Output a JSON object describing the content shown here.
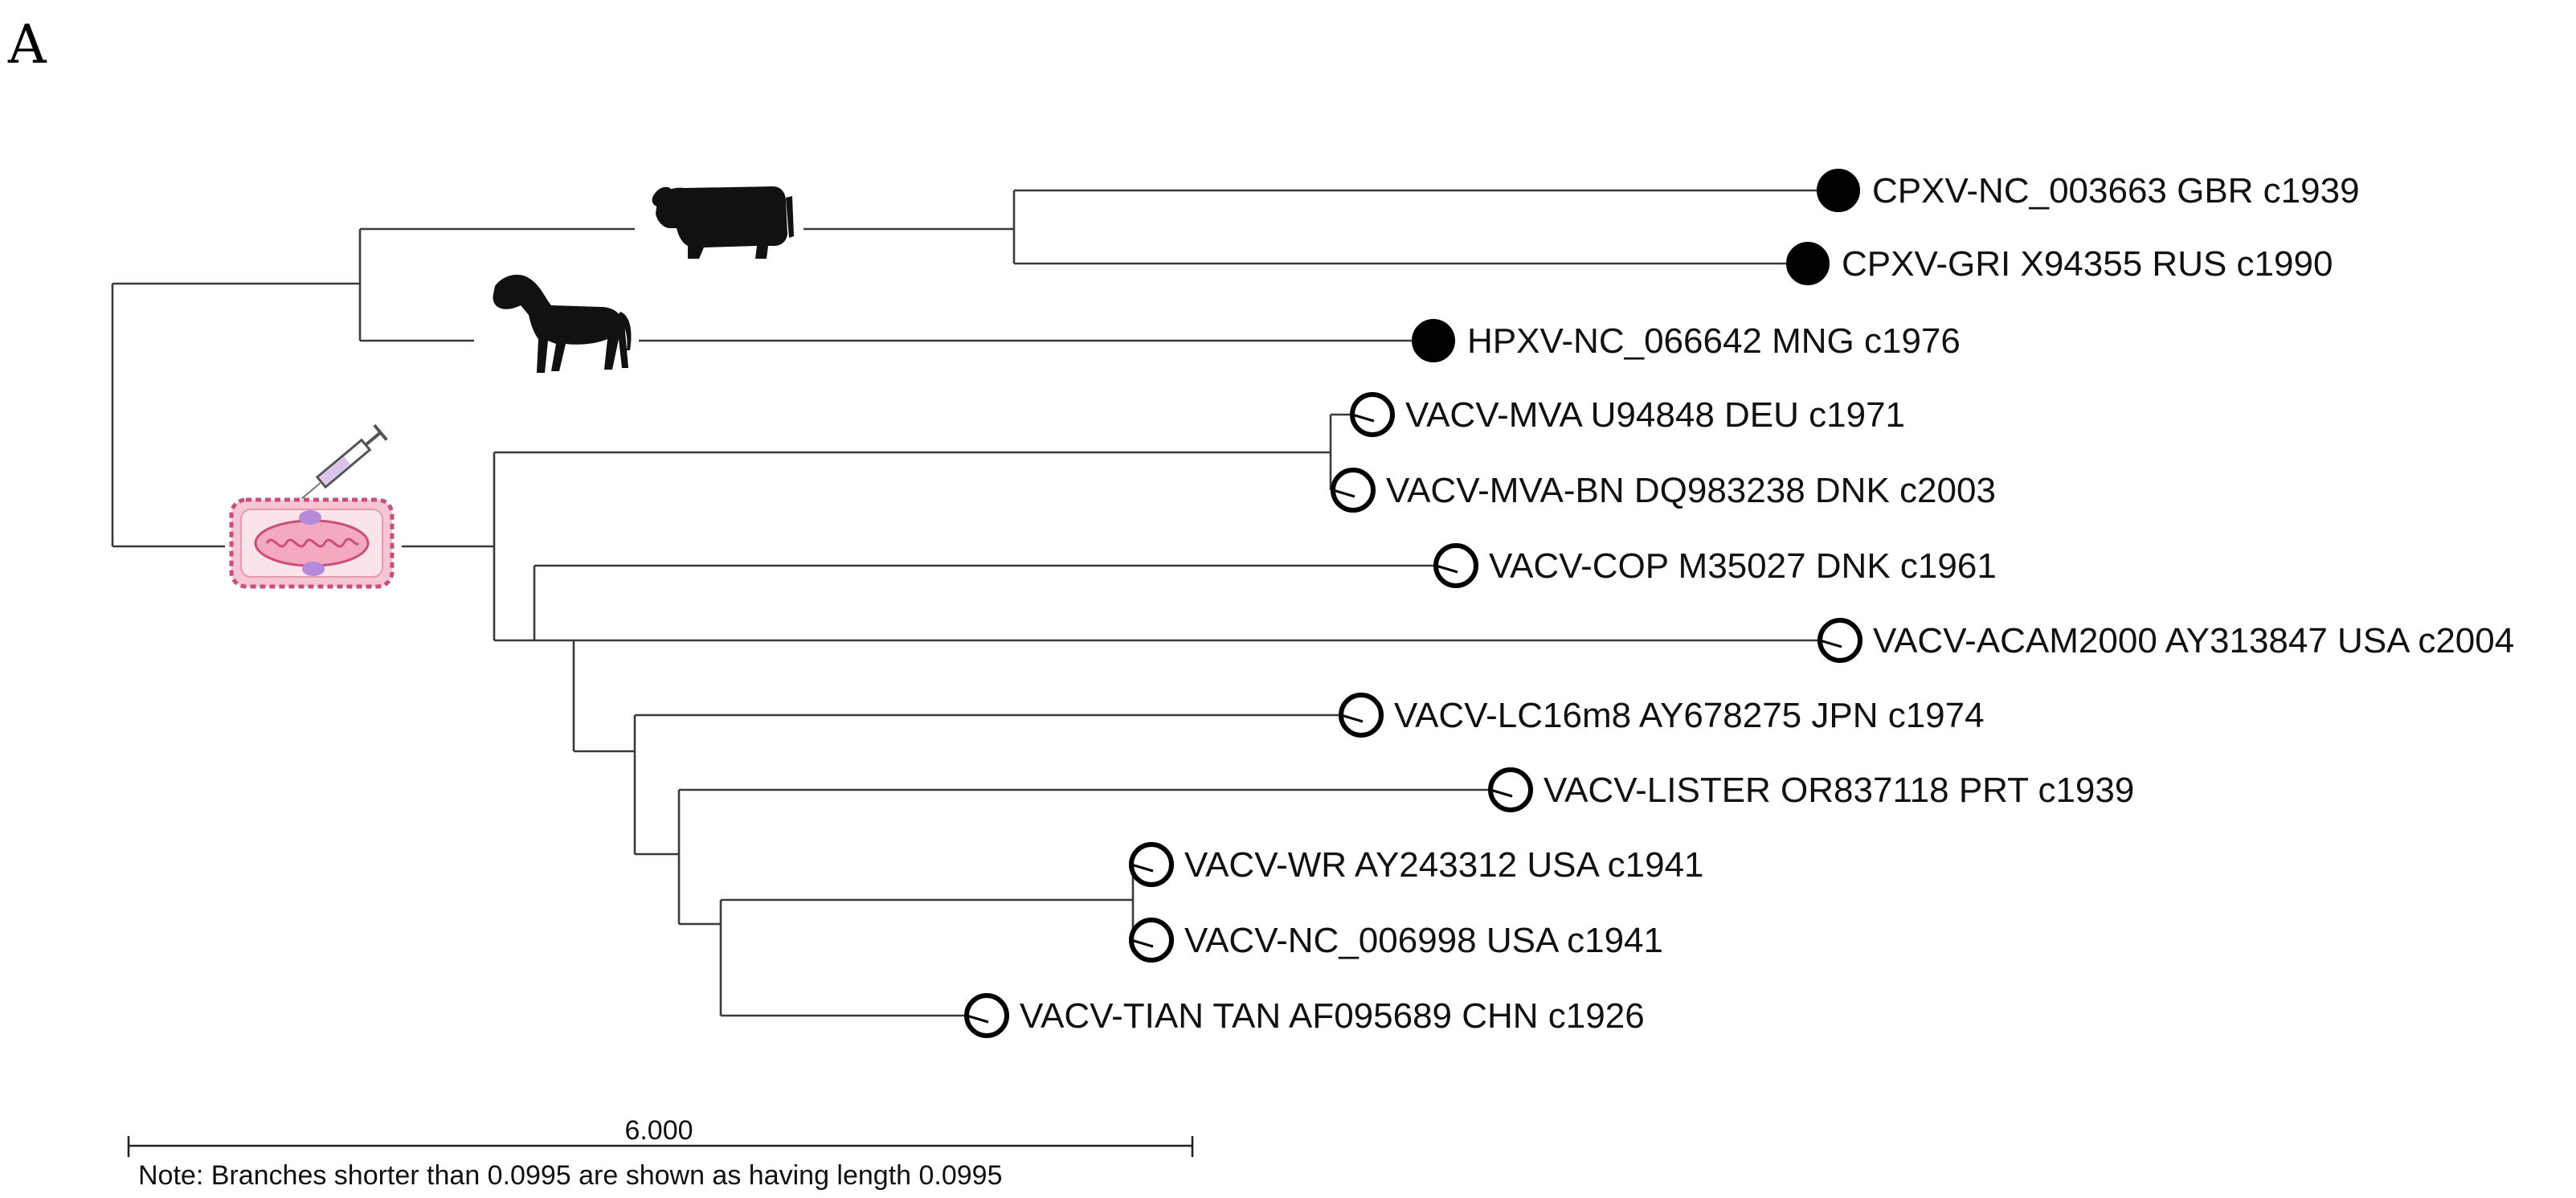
{
  "figure": {
    "panel_label": "A",
    "scale_bar": {
      "value": "6.000",
      "note": "Note: Branches shorter than 0.0995 are shown as having length 0.0995"
    },
    "icons": {
      "cow": "cow-icon",
      "horse": "horse-icon",
      "vaccine": "vaccine-cell-culture-icon"
    }
  },
  "taxa": [
    {
      "label": "CPXV-NC_003663 GBR c1939",
      "marker": "filled"
    },
    {
      "label": "CPXV-GRI X94355 RUS c1990",
      "marker": "filled"
    },
    {
      "label": "HPXV-NC_066642 MNG c1976",
      "marker": "filled"
    },
    {
      "label": "VACV-MVA U94848 DEU c1971",
      "marker": "open"
    },
    {
      "label": "VACV-MVA-BN DQ983238 DNK c2003",
      "marker": "open"
    },
    {
      "label": "VACV-COP M35027 DNK c1961",
      "marker": "open"
    },
    {
      "label": "VACV-ACAM2000 AY313847 USA c2004",
      "marker": "open"
    },
    {
      "label": "VACV-LC16m8 AY678275 JPN c1974",
      "marker": "open"
    },
    {
      "label": "VACV-LISTER OR837118 PRT c1939",
      "marker": "open"
    },
    {
      "label": "VACV-WR AY243312 USA c1941",
      "marker": "open"
    },
    {
      "label": "VACV-NC_006998 USA c1941",
      "marker": "open"
    },
    {
      "label": "VACV-TIAN TAN AF095689 CHN c1926",
      "marker": "open"
    }
  ],
  "colors": {
    "branch": "#3a3a3a",
    "cell_fill": "#f7c6d3",
    "cell_border": "#c94f78",
    "organelle": "#b58ad8"
  }
}
